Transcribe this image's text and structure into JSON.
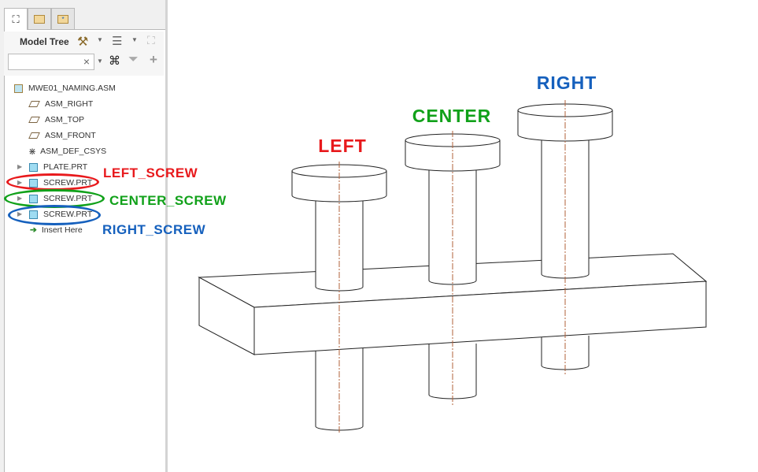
{
  "panel": {
    "tabs": [
      {
        "name": "model-tree-tab"
      },
      {
        "name": "folder-browser-tab"
      },
      {
        "name": "favorites-tab"
      }
    ],
    "title": "Model Tree",
    "search": {
      "value": "",
      "clear": "×"
    },
    "items": [
      {
        "label": "MWE01_NAMING.ASM",
        "type": "assembly"
      },
      {
        "label": "ASM_RIGHT",
        "type": "plane"
      },
      {
        "label": "ASM_TOP",
        "type": "plane"
      },
      {
        "label": "ASM_FRONT",
        "type": "plane"
      },
      {
        "label": "ASM_DEF_CSYS",
        "type": "csys"
      },
      {
        "label": "PLATE.PRT",
        "type": "part"
      },
      {
        "label": "SCREW.PRT",
        "type": "part"
      },
      {
        "label": "SCREW.PRT",
        "type": "part"
      },
      {
        "label": "SCREW.PRT",
        "type": "part"
      },
      {
        "label": "Insert Here",
        "type": "insert"
      }
    ],
    "annotations": [
      {
        "text": "LEFT_SCREW",
        "color": "#e8191c"
      },
      {
        "text": "CENTER_SCREW",
        "color": "#11a11a"
      },
      {
        "text": "RIGHT_SCREW",
        "color": "#1560bd"
      }
    ]
  },
  "viewport": {
    "labels": [
      {
        "text": "LEFT",
        "color": "#e8191c"
      },
      {
        "text": "CENTER",
        "color": "#11a11a"
      },
      {
        "text": "RIGHT",
        "color": "#1560bd"
      }
    ]
  }
}
